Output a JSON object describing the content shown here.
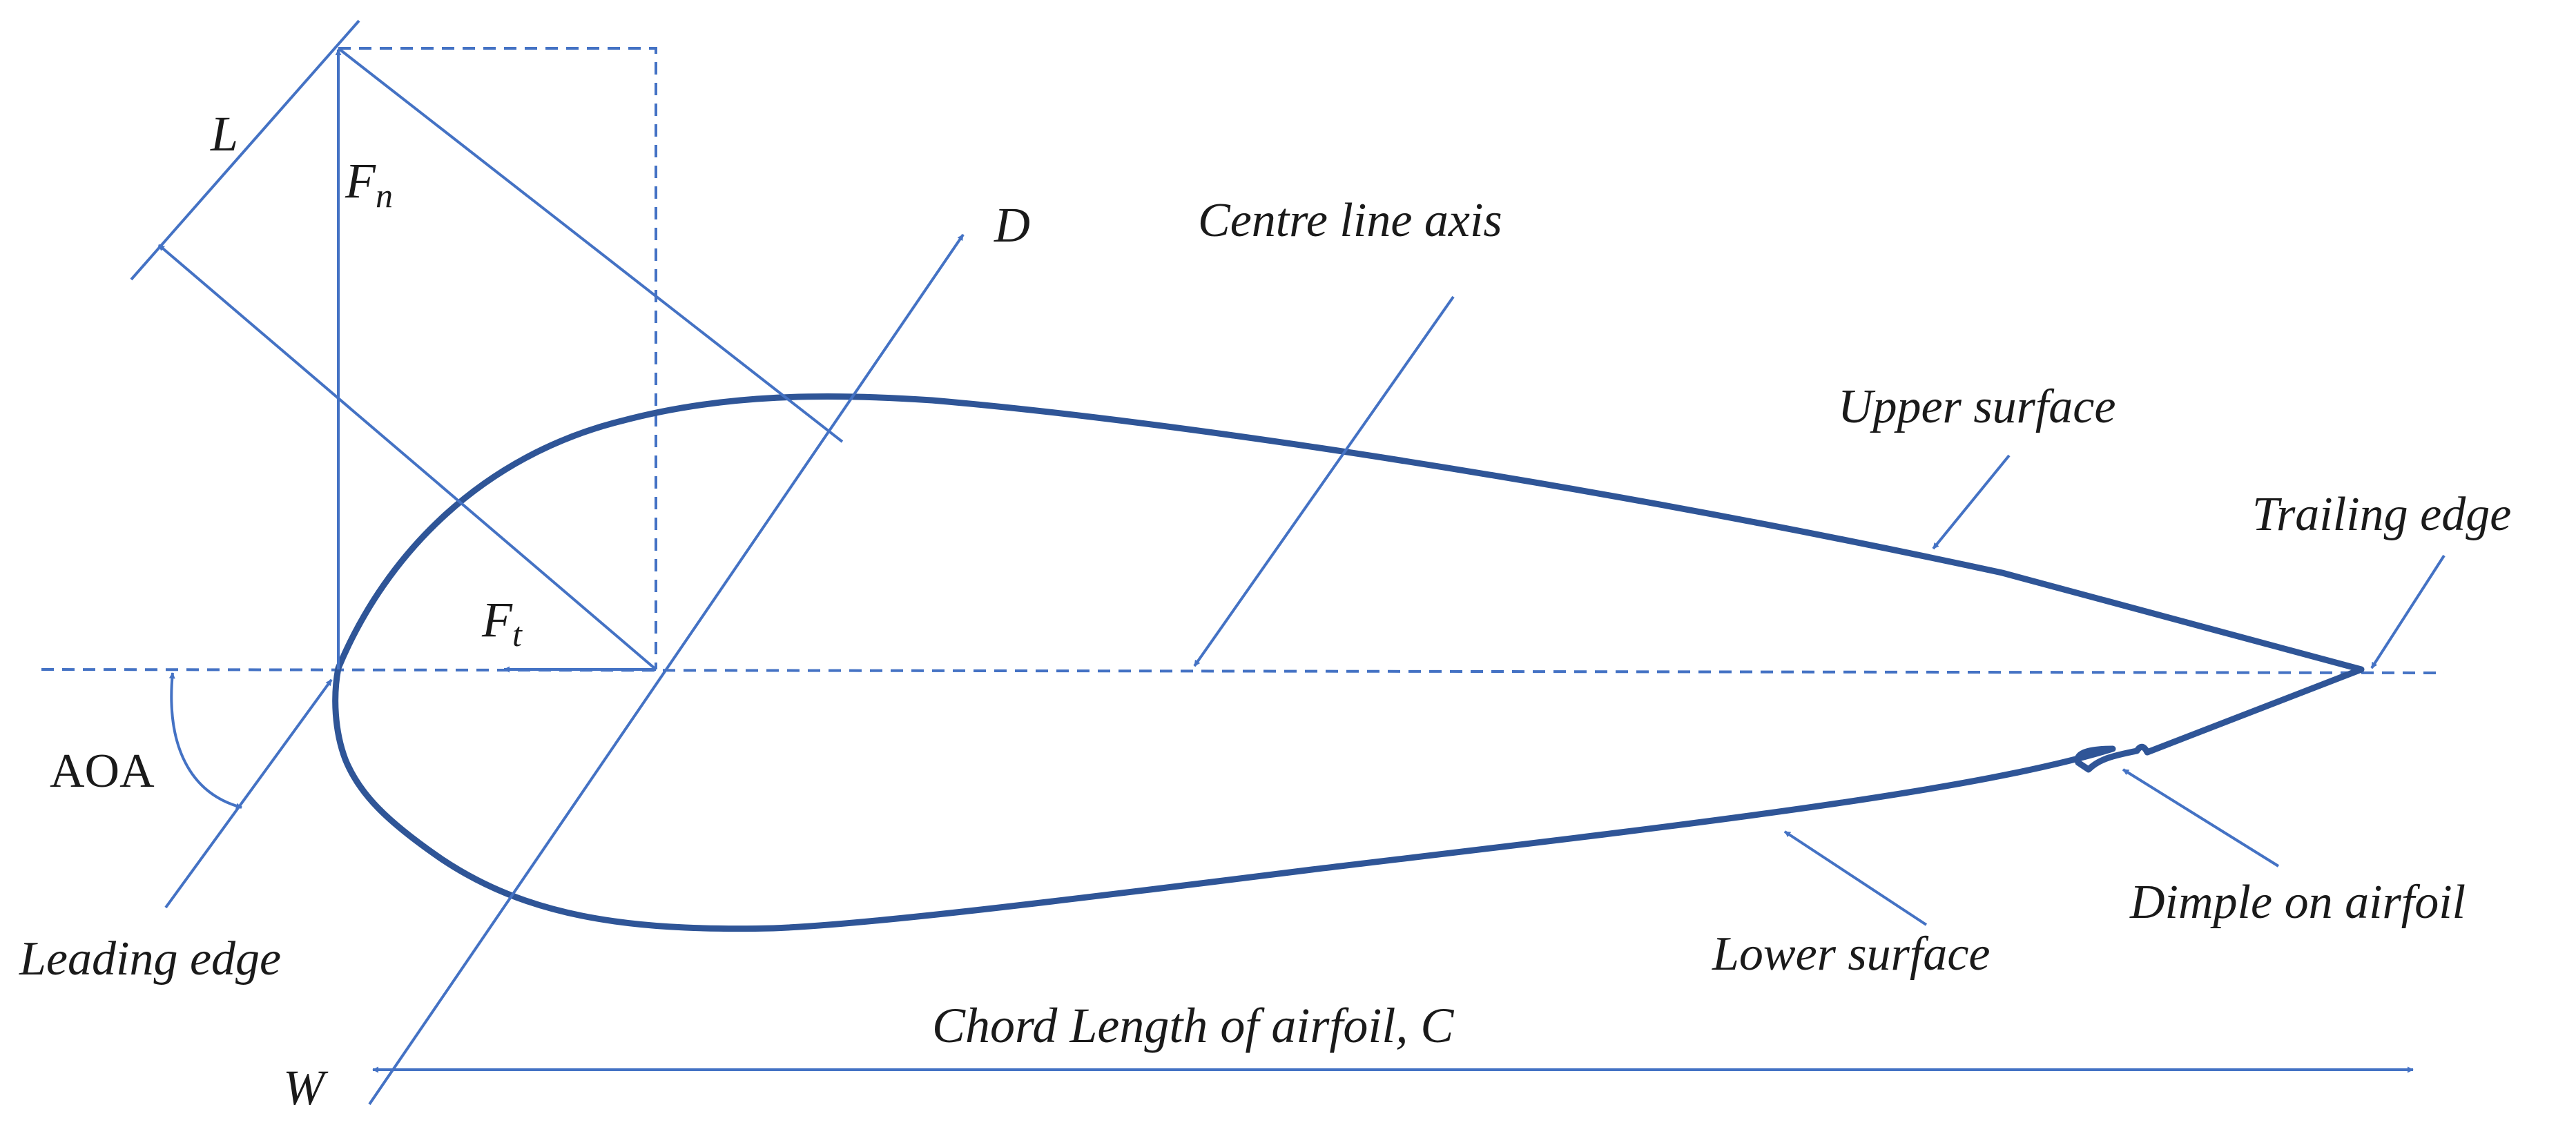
{
  "labels": {
    "lift": "L",
    "normal_force": "F",
    "normal_force_sub": "n",
    "drag": "D",
    "tangential_force": "F",
    "tangential_force_sub": "t",
    "weight": "W",
    "aoa": "AOA",
    "centre_line": "Centre line axis",
    "upper_surface": "Upper surface",
    "lower_surface": "Lower surface",
    "trailing_edge": "Trailing edge",
    "leading_edge": "Leading edge",
    "dimple": "Dimple on airfoil",
    "chord": "Chord Length of airfoil, C"
  },
  "colors": {
    "line": "#4472c4",
    "airfoil": "#2f5597",
    "text": "#1a1a1a"
  }
}
